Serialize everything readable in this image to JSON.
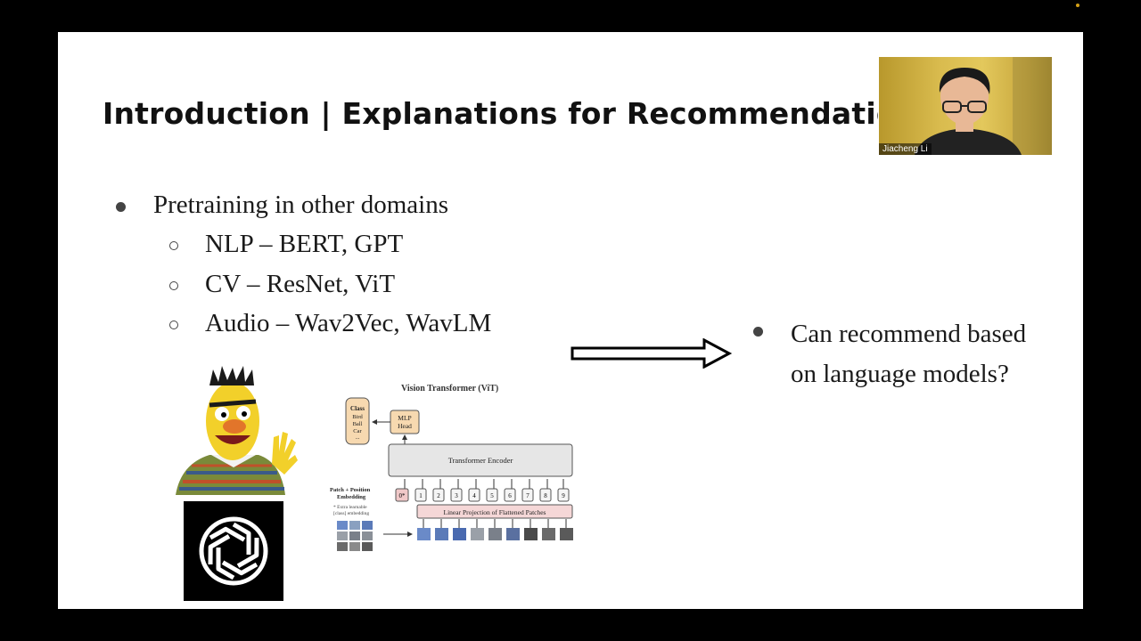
{
  "slide": {
    "title": "Introduction | Explanations for Recommendation",
    "bullet_main": "Pretraining in other domains",
    "sub_bullets": [
      "NLP – BERT, GPT",
      "CV – ResNet, ViT",
      "Audio – Wav2Vec, WavLM"
    ],
    "right_bullet": "Can recommend based on language models?",
    "vit": {
      "title": "Vision Transformer (ViT)",
      "class_box": [
        "Class",
        "Bird",
        "Ball",
        "Car",
        "..."
      ],
      "mlp_head": [
        "MLP",
        "Head"
      ],
      "encoder": "Transformer Encoder",
      "patch_label": [
        "Patch + Position",
        "Embedding"
      ],
      "note": [
        "* Extra learnable",
        "[class] embedding"
      ],
      "projection": "Linear Projection of Flattened Patches",
      "tokens": [
        "0*",
        "1",
        "2",
        "3",
        "4",
        "5",
        "6",
        "7",
        "8",
        "9"
      ]
    }
  },
  "video": {
    "participant_name": "Jiacheng Li"
  },
  "colors": {
    "background": "#000000",
    "slide": "#ffffff",
    "video_bg": "#d9bb4e",
    "recording_dot": "#d4a017"
  },
  "icons": [
    "openai-logo-icon",
    "bert-character-image",
    "arrow-right-icon"
  ]
}
